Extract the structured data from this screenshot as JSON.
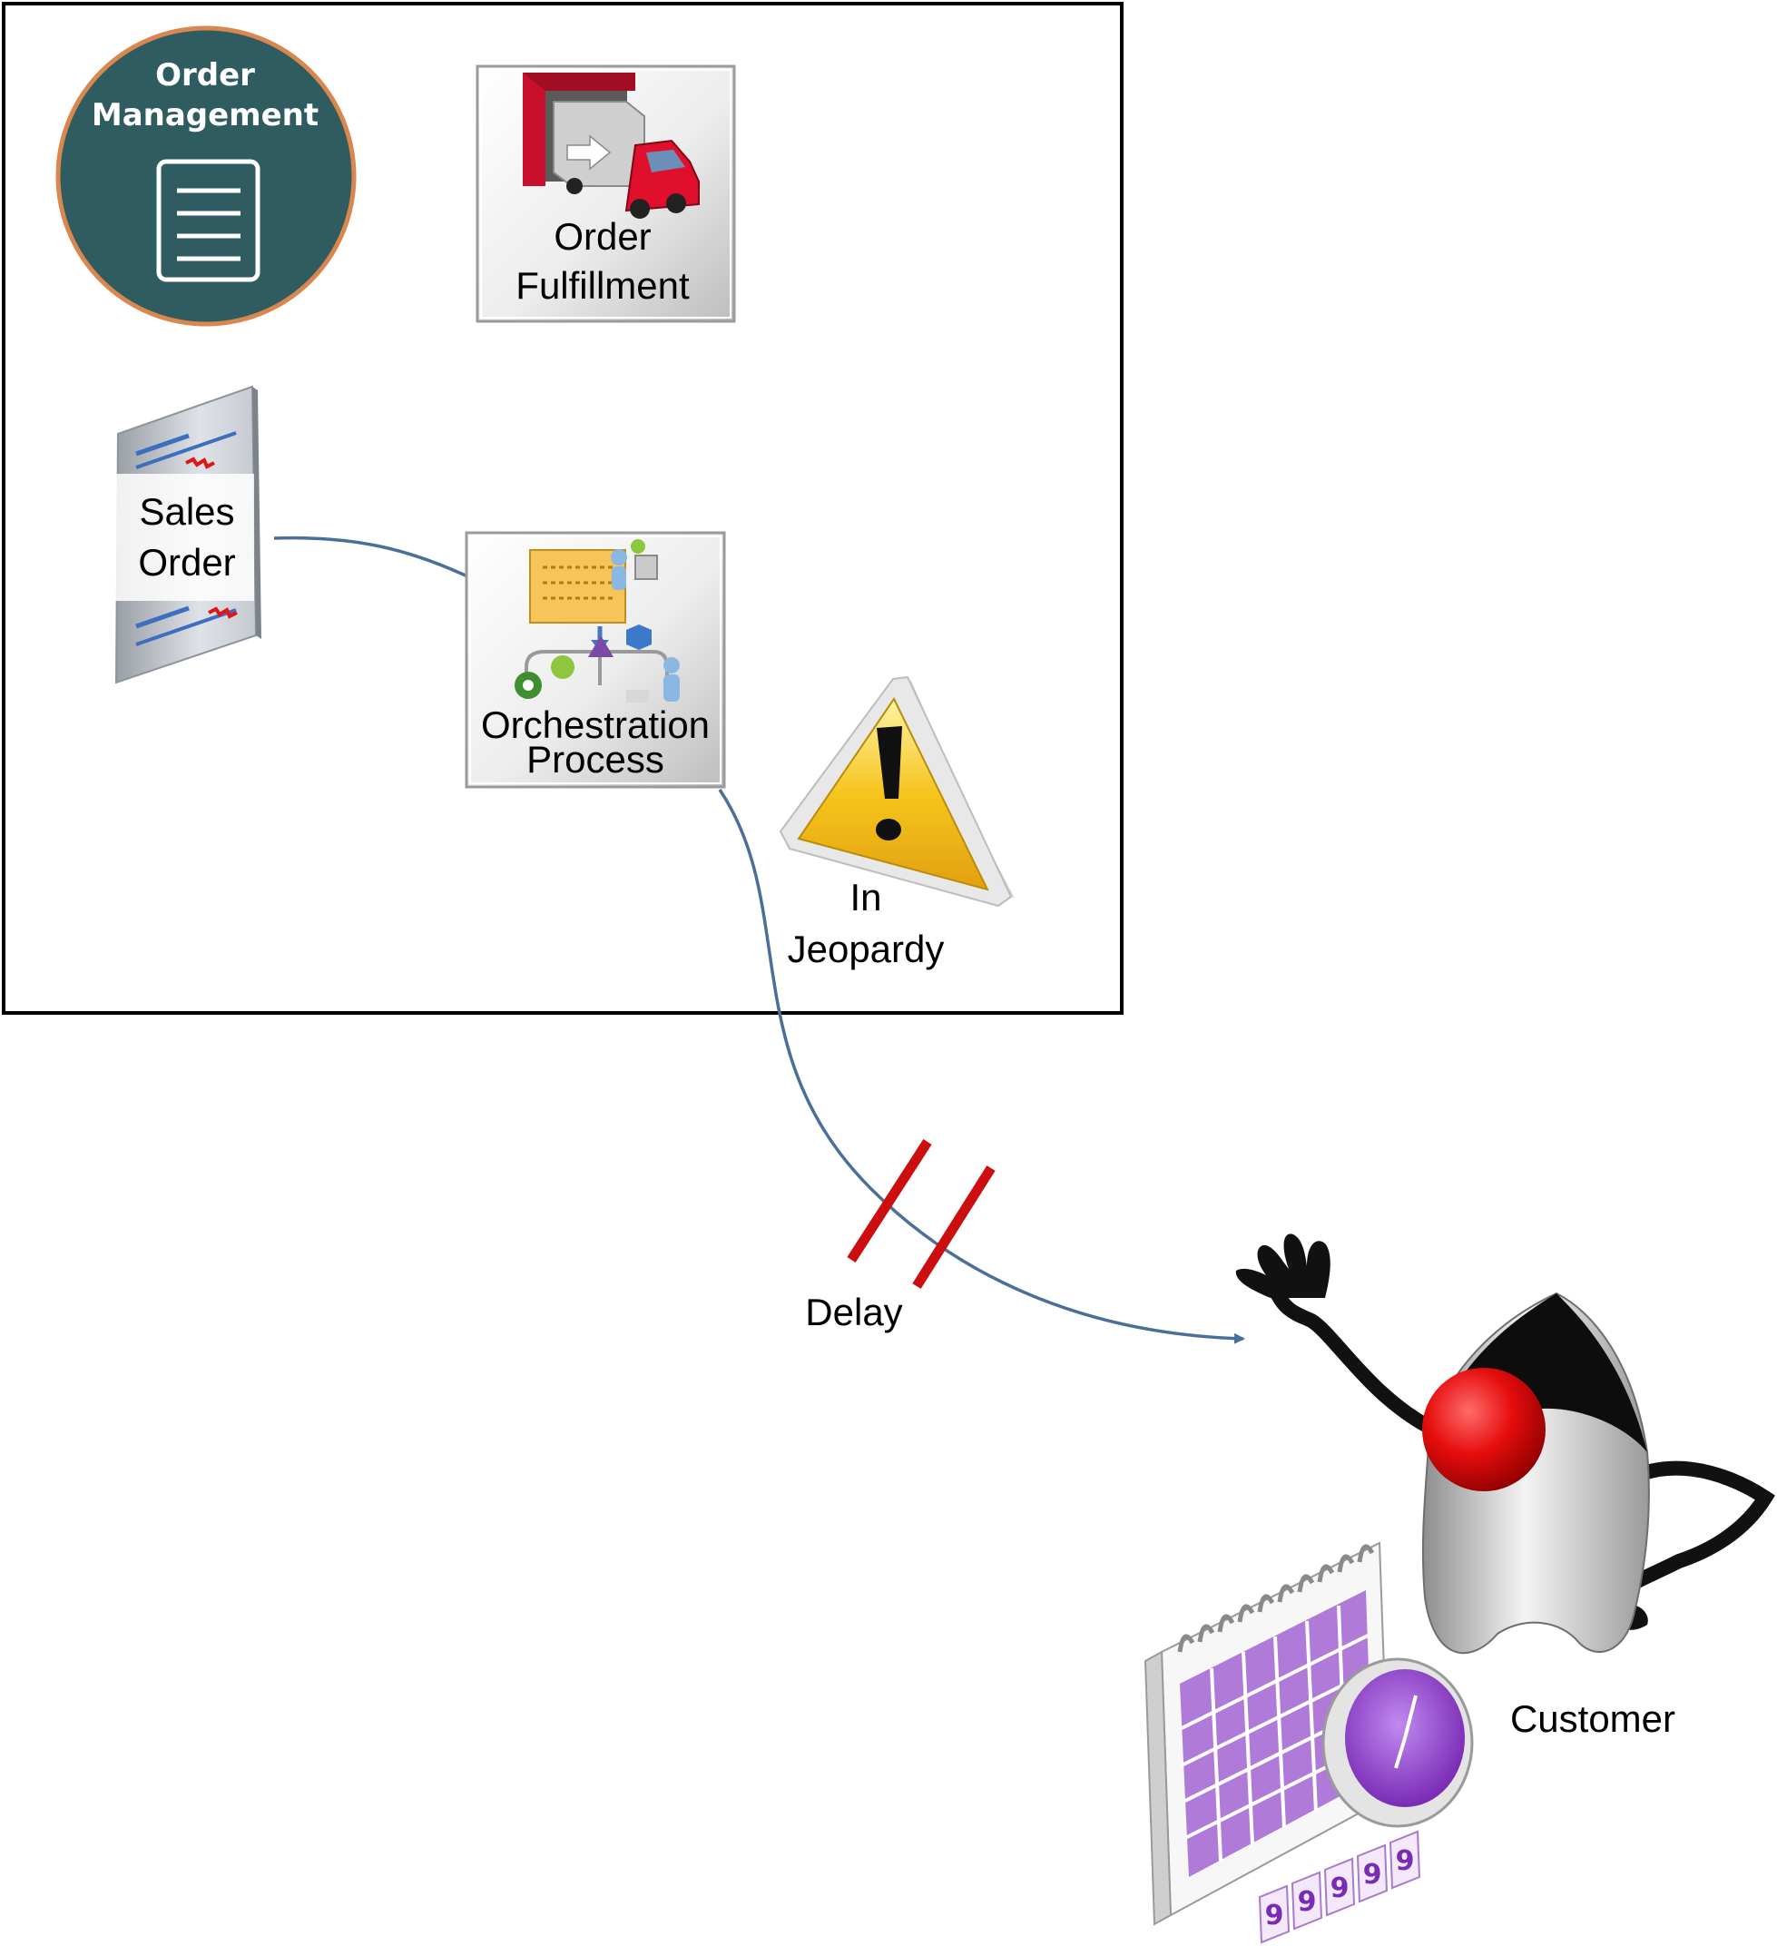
{
  "badge": {
    "title_line1": "Order",
    "title_line2": "Management",
    "icon": "document-icon"
  },
  "nodes": {
    "order_fulfillment": {
      "line1": "Order",
      "line2": "Fulfillment",
      "icon": "truck-icon"
    },
    "sales_order": {
      "line1": "Sales",
      "line2": "Order",
      "icon": "sales-order-document-icon"
    },
    "orchestration_process": {
      "line1": "Orchestration",
      "line2": "Process",
      "icon": "process-flow-icon"
    },
    "in_jeopardy": {
      "line1": "In",
      "line2": "Jeopardy",
      "icon": "warning-icon"
    },
    "customer": {
      "label": "Customer",
      "icon": "duke-mascot-icon"
    }
  },
  "connector": {
    "label": "Delay",
    "marker": "break-marks"
  },
  "calendar": {
    "icon": "calendar-clock-icon",
    "digits": [
      "9",
      "9",
      "9",
      "9",
      "9"
    ]
  },
  "colors": {
    "badge_fill": "#2e5c61",
    "badge_ring": "#d9874e",
    "connector": "#4a6f99",
    "break_marks": "#cc0e0e",
    "warning_fill": "#f2c018",
    "calendar_purple": "#9a4ec8"
  }
}
